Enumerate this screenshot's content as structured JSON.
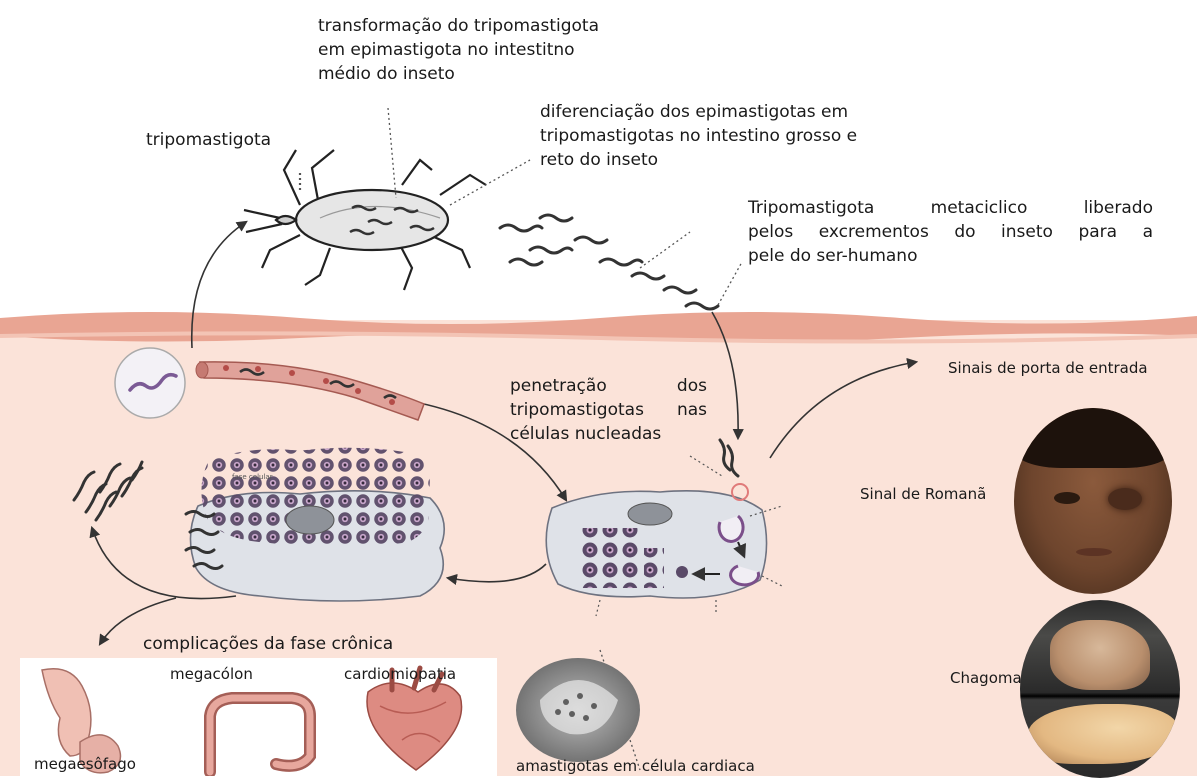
{
  "labels": {
    "tripomastigota": "tripomastigota",
    "transformacao": [
      "transformação do tripomastigota",
      "em epimastigota no intestitno",
      "médio do inseto"
    ],
    "diferenciacao": [
      "diferenciação dos epimastigotas em",
      "tripomastigotas no intestino grosso e",
      "reto do inseto"
    ],
    "metaciclico": [
      "Tripomastigota metaciclico liberado",
      "pelos excrementos do inseto para a",
      "pele do ser-humano"
    ],
    "penetracao": [
      "penetração dos",
      "tripomastigotas nas",
      "células nucleadas"
    ],
    "sinais_porta": "Sinais de porta de entrada",
    "sinal_romana": "Sinal de Romanã",
    "chagoma": "Chagoma",
    "complicacoes": "complicações da fase crônica",
    "megaesofago": "megaesôfago",
    "megacolon": "megacólon",
    "cardiomiopatia": "cardiomiopatia",
    "amastigotas": "amastigotas em célula cardiaca",
    "fase_celular": "fase celular"
  },
  "colors": {
    "skin_background": "#fbe3d9",
    "skin_edge": "#e9a593",
    "cell_fill": "#dfe2e8",
    "vessel": "#d98c82",
    "amastigote": "#5a4a68"
  }
}
